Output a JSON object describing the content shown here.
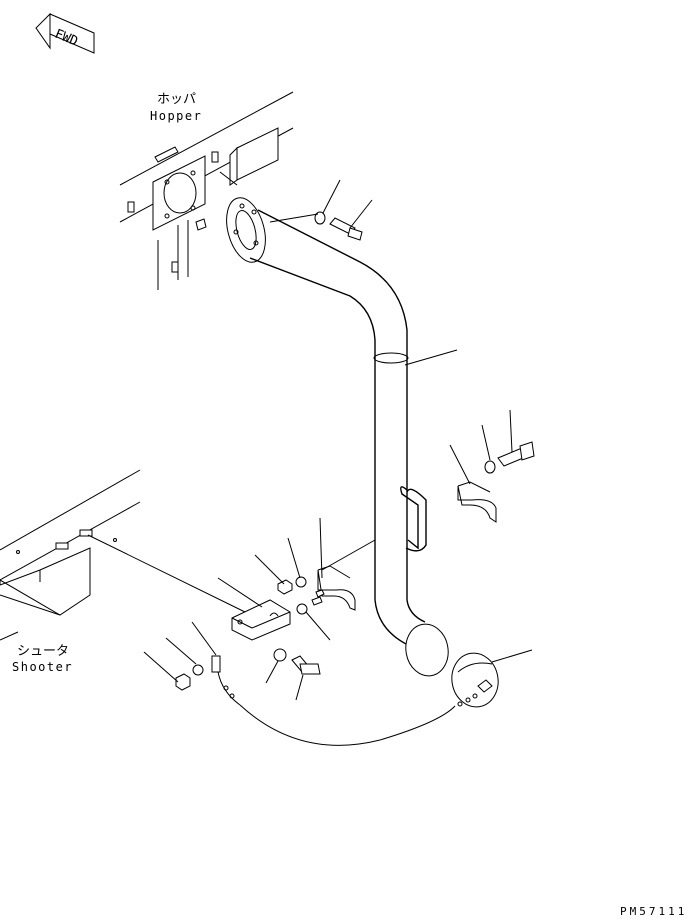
{
  "fwd_marker": {
    "text": "FWD"
  },
  "hopper": {
    "label_jp": "ホッパ",
    "label_en": "Hopper"
  },
  "shooter": {
    "label_jp": "シュータ",
    "label_en": "Shooter"
  },
  "drawing_number": "PM57111"
}
